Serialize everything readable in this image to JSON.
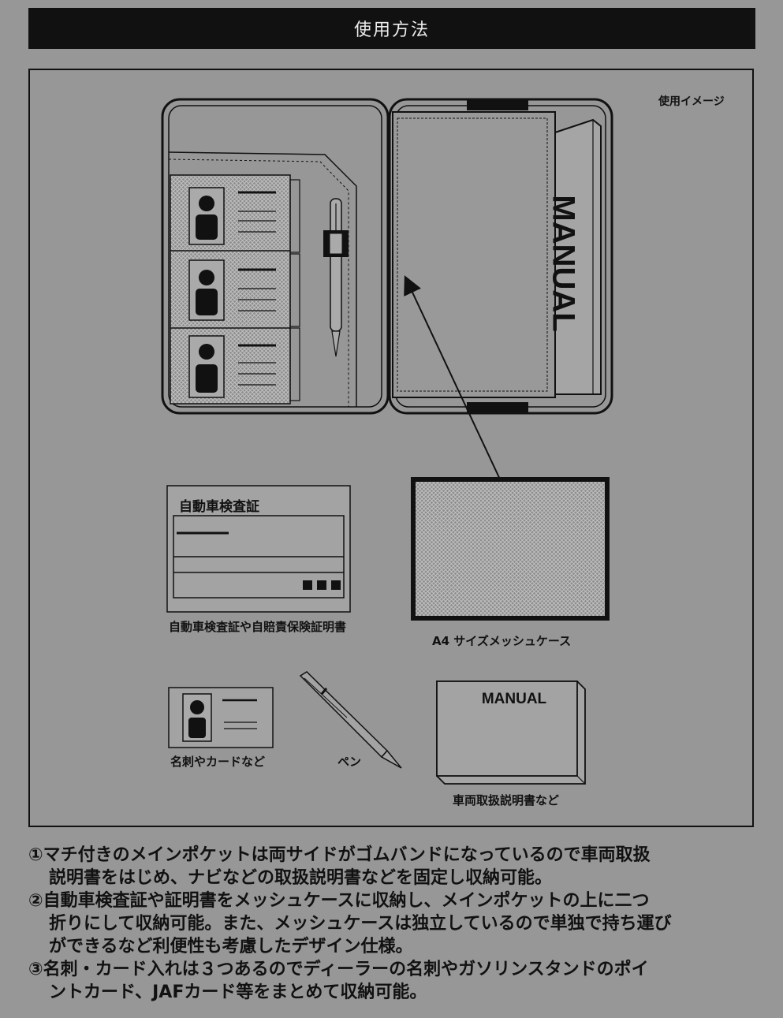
{
  "header": {
    "title": "使用方法"
  },
  "figure": {
    "usage_label": "使用イメージ",
    "manual_text": "MANUAL",
    "vehicle_card_title": "自動車検査証",
    "caption_vehicle": "自動車検査証や自賠責保険証明書",
    "caption_mesh": "A4 サイズメッシュケース",
    "caption_cards": "名刺やカードなど",
    "caption_pen": "ペン",
    "caption_manual": "車両取扱説明書など"
  },
  "notes": [
    {
      "lead": "①マチ付きのメインポケットは両サイドがゴムバンドになっているので車両取扱",
      "cont": "説明書をはじめ、ナビなどの取扱説明書などを固定し収納可能。"
    },
    {
      "lead": "②自動車検査証や証明書をメッシュケースに収納し、メインポケットの上に二つ",
      "cont": "折りにして収納可能。また、メッシュケースは独立しているので単独で持ち運び",
      "cont2": "ができるなど利便性も考慮したデザイン仕様。"
    },
    {
      "lead": "③名刺・カード入れは３つあるのでディーラーの名刺やガソリンスタンドのポイ",
      "cont": "ントカード、JAFカード等をまとめて収納可能。"
    }
  ]
}
